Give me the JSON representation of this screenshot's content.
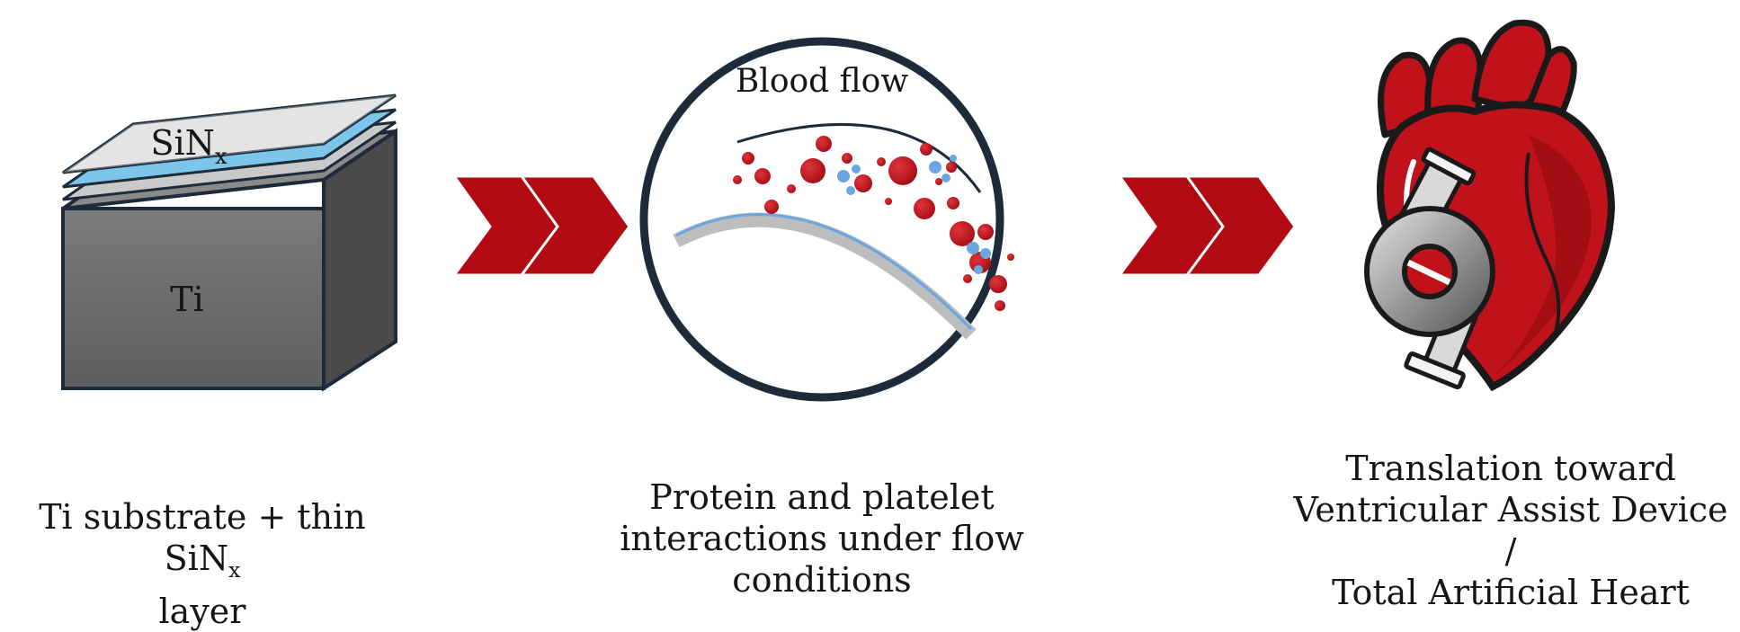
{
  "panels": {
    "substrate": {
      "top_label": "SiN",
      "top_label_sub": "x",
      "bottom_label": "Ti",
      "caption_line1": "Ti substrate + thin SiN",
      "caption_line1_sub": "x",
      "caption_line2": "layer"
    },
    "flow": {
      "title": "Blood flow",
      "caption_lines": [
        "Protein and platelet",
        "interactions under flow",
        "conditions"
      ]
    },
    "device": {
      "caption_lines": [
        "Translation toward",
        "Ventricular Assist Device /",
        "Total Artificial Heart"
      ]
    }
  },
  "colors": {
    "arrow_red": "#b10a12",
    "cell_red": "#c0121a",
    "platelet_blue": "#6aa6df",
    "layer_blue": "#7cc6ea",
    "block_gray": "#6d6d6d",
    "outline_navy": "#1c2a3a"
  },
  "icons": [
    "double-chevron-arrow-icon",
    "heart-pump-icon"
  ]
}
